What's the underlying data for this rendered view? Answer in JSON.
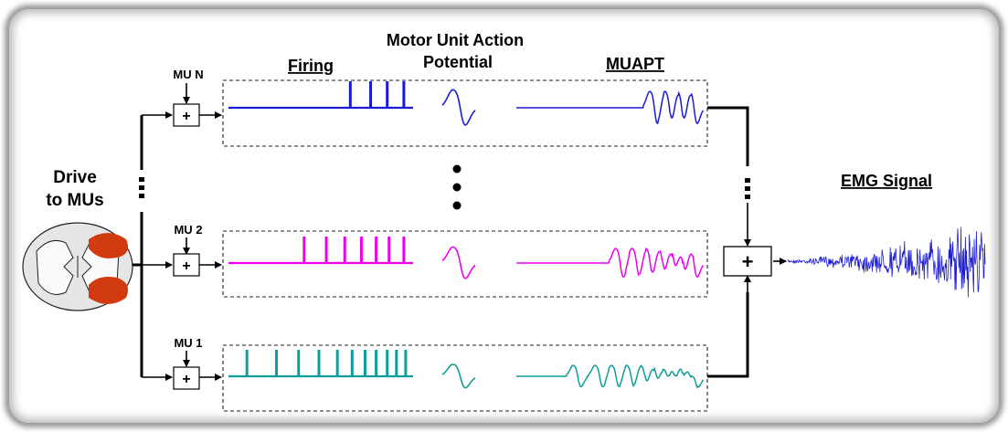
{
  "labels": {
    "drive_line1": "Drive",
    "drive_line2": "to MUs",
    "firing": "Firing",
    "muap_line1": "Motor Unit Action",
    "muap_line2": "Potential",
    "muapt": "MUAPT",
    "emg": "EMG Signal",
    "plus": "+"
  },
  "units": [
    {
      "label": "MU N",
      "color": "#1a1ad6",
      "firing_times": [
        0.66,
        0.77,
        0.86,
        0.95
      ]
    },
    {
      "label": "MU 2",
      "color": "#ee00ee",
      "firing_times": [
        0.41,
        0.53,
        0.63,
        0.72,
        0.8,
        0.87,
        0.95
      ]
    },
    {
      "label": "MU 1",
      "color": "#0f9c9c",
      "firing_times": [
        0.1,
        0.26,
        0.38,
        0.49,
        0.59,
        0.67,
        0.74,
        0.8,
        0.86,
        0.91,
        0.96
      ]
    }
  ],
  "colors": {
    "emg": "#1f1fd0",
    "muscle": "#d23a10",
    "lines": "#000000"
  }
}
